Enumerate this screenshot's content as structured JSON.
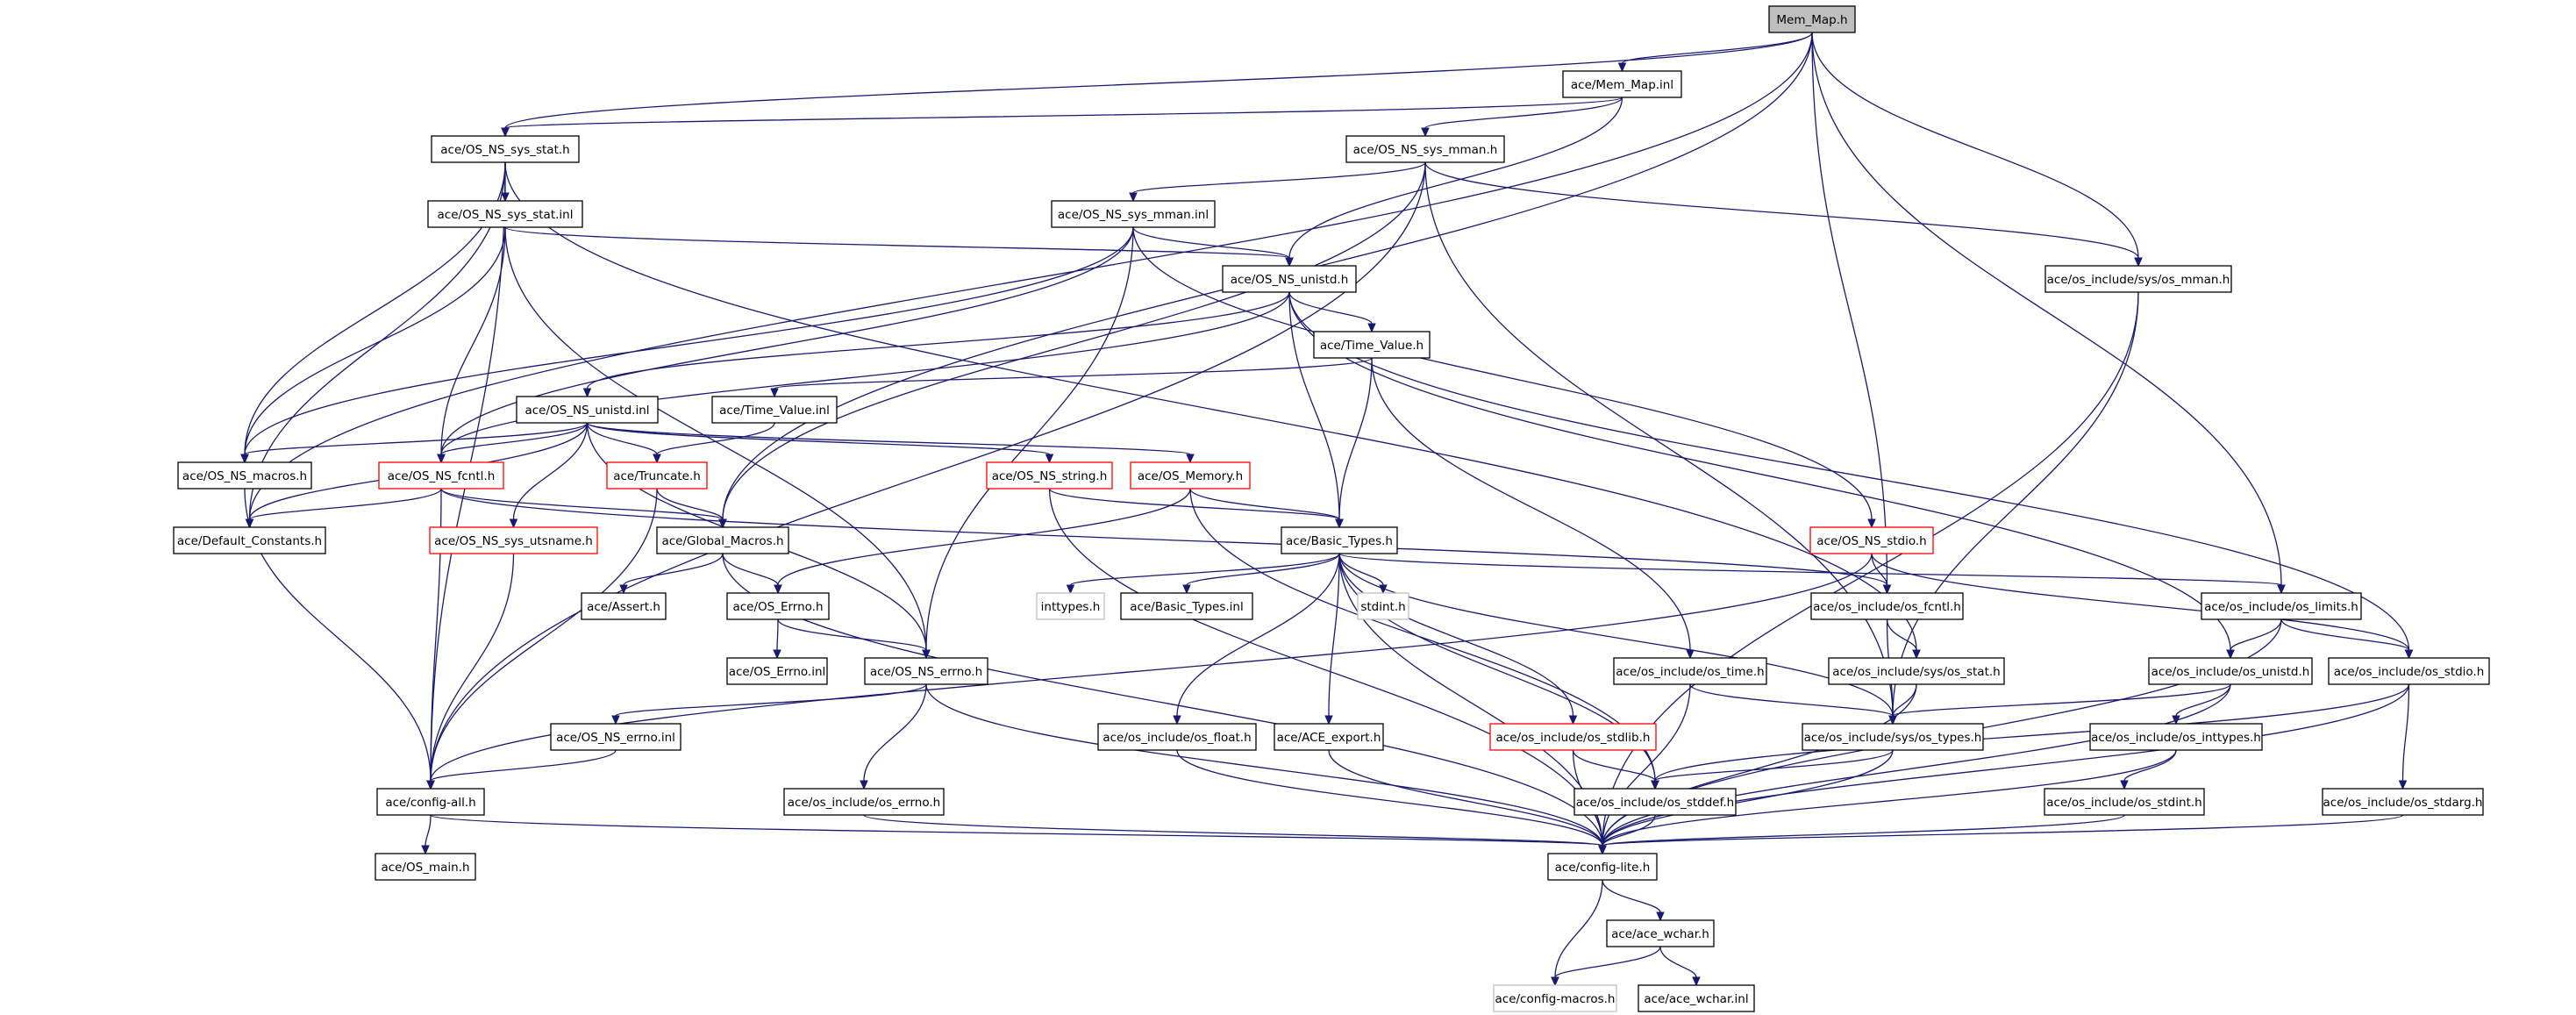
{
  "diagram": {
    "nodes": [
      {
        "id": "mem_map_h",
        "label": "Mem_Map.h",
        "style": "root"
      },
      {
        "id": "mem_map_inl",
        "label": "ace/Mem_Map.inl",
        "style": "normal"
      },
      {
        "id": "sys_stat_h",
        "label": "ace/OS_NS_sys_stat.h",
        "style": "normal"
      },
      {
        "id": "sys_mman_h",
        "label": "ace/OS_NS_sys_mman.h",
        "style": "normal"
      },
      {
        "id": "sys_stat_inl",
        "label": "ace/OS_NS_sys_stat.inl",
        "style": "normal"
      },
      {
        "id": "sys_mman_inl",
        "label": "ace/OS_NS_sys_mman.inl",
        "style": "normal"
      },
      {
        "id": "unistd_h",
        "label": "ace/OS_NS_unistd.h",
        "style": "normal"
      },
      {
        "id": "os_mman_h",
        "label": "ace/os_include/sys/os_mman.h",
        "style": "normal"
      },
      {
        "id": "time_value_h",
        "label": "ace/Time_Value.h",
        "style": "normal"
      },
      {
        "id": "unistd_inl",
        "label": "ace/OS_NS_unistd.inl",
        "style": "normal"
      },
      {
        "id": "time_value_inl",
        "label": "ace/Time_Value.inl",
        "style": "normal"
      },
      {
        "id": "ns_macros_h",
        "label": "ace/OS_NS_macros.h",
        "style": "normal"
      },
      {
        "id": "ns_fcntl_h",
        "label": "ace/OS_NS_fcntl.h",
        "style": "red"
      },
      {
        "id": "truncate_h",
        "label": "ace/Truncate.h",
        "style": "red"
      },
      {
        "id": "ns_string_h",
        "label": "ace/OS_NS_string.h",
        "style": "red"
      },
      {
        "id": "os_memory_h",
        "label": "ace/OS_Memory.h",
        "style": "red"
      },
      {
        "id": "default_const_h",
        "label": "ace/Default_Constants.h",
        "style": "normal"
      },
      {
        "id": "utsname_h",
        "label": "ace/OS_NS_sys_utsname.h",
        "style": "red"
      },
      {
        "id": "global_macros_h",
        "label": "ace/Global_Macros.h",
        "style": "normal"
      },
      {
        "id": "basic_types_h",
        "label": "ace/Basic_Types.h",
        "style": "normal"
      },
      {
        "id": "ns_stdio_h",
        "label": "ace/OS_NS_stdio.h",
        "style": "red"
      },
      {
        "id": "assert_h",
        "label": "ace/Assert.h",
        "style": "normal"
      },
      {
        "id": "os_errno_h",
        "label": "ace/OS_Errno.h",
        "style": "normal"
      },
      {
        "id": "inttypes_h",
        "label": "inttypes.h",
        "style": "gray"
      },
      {
        "id": "basic_types_inl",
        "label": "ace/Basic_Types.inl",
        "style": "normal"
      },
      {
        "id": "stdint_h",
        "label": "stdint.h",
        "style": "gray"
      },
      {
        "id": "inc_fcntl_h",
        "label": "ace/os_include/os_fcntl.h",
        "style": "normal"
      },
      {
        "id": "inc_limits_h",
        "label": "ace/os_include/os_limits.h",
        "style": "normal"
      },
      {
        "id": "os_errno_inl",
        "label": "ace/OS_Errno.inl",
        "style": "normal"
      },
      {
        "id": "ns_errno_h",
        "label": "ace/OS_NS_errno.h",
        "style": "normal"
      },
      {
        "id": "inc_time_h",
        "label": "ace/os_include/os_time.h",
        "style": "normal"
      },
      {
        "id": "inc_sys_stat_h",
        "label": "ace/os_include/sys/os_stat.h",
        "style": "normal"
      },
      {
        "id": "inc_unistd_h",
        "label": "ace/os_include/os_unistd.h",
        "style": "normal"
      },
      {
        "id": "inc_stdio_h",
        "label": "ace/os_include/os_stdio.h",
        "style": "normal"
      },
      {
        "id": "ns_errno_inl",
        "label": "ace/OS_NS_errno.inl",
        "style": "normal"
      },
      {
        "id": "inc_float_h",
        "label": "ace/os_include/os_float.h",
        "style": "normal"
      },
      {
        "id": "ace_export_h",
        "label": "ace/ACE_export.h",
        "style": "normal"
      },
      {
        "id": "inc_stdlib_h",
        "label": "ace/os_include/os_stdlib.h",
        "style": "red"
      },
      {
        "id": "inc_sys_types_h",
        "label": "ace/os_include/sys/os_types.h",
        "style": "normal"
      },
      {
        "id": "inc_inttypes_h",
        "label": "ace/os_include/os_inttypes.h",
        "style": "normal"
      },
      {
        "id": "config_all_h",
        "label": "ace/config-all.h",
        "style": "normal"
      },
      {
        "id": "inc_errno_h",
        "label": "ace/os_include/os_errno.h",
        "style": "normal"
      },
      {
        "id": "inc_stddef_h",
        "label": "ace/os_include/os_stddef.h",
        "style": "normal"
      },
      {
        "id": "inc_stdint_h",
        "label": "ace/os_include/os_stdint.h",
        "style": "normal"
      },
      {
        "id": "inc_stdarg_h",
        "label": "ace/os_include/os_stdarg.h",
        "style": "normal"
      },
      {
        "id": "os_main_h",
        "label": "ace/OS_main.h",
        "style": "normal"
      },
      {
        "id": "config_lite_h",
        "label": "ace/config-lite.h",
        "style": "normal"
      },
      {
        "id": "ace_wchar_h",
        "label": "ace/ace_wchar.h",
        "style": "normal"
      },
      {
        "id": "config_macros_h",
        "label": "ace/config-macros.h",
        "style": "gray"
      },
      {
        "id": "ace_wchar_inl",
        "label": "ace/ace_wchar.inl",
        "style": "normal"
      }
    ],
    "edges": [
      [
        "mem_map_h",
        "mem_map_inl"
      ],
      [
        "mem_map_h",
        "sys_stat_h"
      ],
      [
        "mem_map_h",
        "os_mman_h"
      ],
      [
        "mem_map_h",
        "default_const_h"
      ],
      [
        "mem_map_h",
        "global_macros_h"
      ],
      [
        "mem_map_h",
        "inc_fcntl_h"
      ],
      [
        "mem_map_h",
        "inc_limits_h"
      ],
      [
        "mem_map_inl",
        "sys_stat_h"
      ],
      [
        "mem_map_inl",
        "sys_mman_h"
      ],
      [
        "mem_map_inl",
        "unistd_h"
      ],
      [
        "sys_stat_h",
        "sys_stat_inl"
      ],
      [
        "sys_stat_h",
        "config_all_h"
      ],
      [
        "sys_stat_h",
        "default_const_h"
      ],
      [
        "sys_stat_h",
        "ns_macros_h"
      ],
      [
        "sys_stat_h",
        "inc_sys_stat_h"
      ],
      [
        "sys_mman_h",
        "sys_mman_inl"
      ],
      [
        "sys_mman_h",
        "config_all_h"
      ],
      [
        "sys_mman_h",
        "os_mman_h"
      ],
      [
        "sys_mman_h",
        "global_macros_h"
      ],
      [
        "sys_mman_h",
        "inc_sys_types_h"
      ],
      [
        "sys_stat_inl",
        "unistd_h"
      ],
      [
        "sys_stat_inl",
        "ns_fcntl_h"
      ],
      [
        "sys_stat_inl",
        "ns_macros_h"
      ],
      [
        "sys_stat_inl",
        "ns_errno_h"
      ],
      [
        "sys_mman_inl",
        "unistd_h"
      ],
      [
        "sys_mman_inl",
        "ns_fcntl_h"
      ],
      [
        "sys_mman_inl",
        "ns_macros_h"
      ],
      [
        "sys_mman_inl",
        "ns_errno_h"
      ],
      [
        "sys_mman_inl",
        "ns_stdio_h"
      ],
      [
        "unistd_h",
        "unistd_inl"
      ],
      [
        "unistd_h",
        "time_value_h"
      ],
      [
        "unistd_h",
        "basic_types_h"
      ],
      [
        "unistd_h",
        "inc_unistd_h"
      ],
      [
        "unistd_h",
        "inc_stdio_h"
      ],
      [
        "unistd_h",
        "ns_fcntl_h"
      ],
      [
        "os_mman_h",
        "inc_sys_types_h"
      ],
      [
        "os_mman_h",
        "config_lite_h"
      ],
      [
        "time_value_h",
        "time_value_inl"
      ],
      [
        "time_value_h",
        "basic_types_h"
      ],
      [
        "time_value_h",
        "inc_time_h"
      ],
      [
        "time_value_inl",
        "truncate_h"
      ],
      [
        "unistd_inl",
        "ns_fcntl_h"
      ],
      [
        "unistd_inl",
        "truncate_h"
      ],
      [
        "unistd_inl",
        "ns_string_h"
      ],
      [
        "unistd_inl",
        "os_memory_h"
      ],
      [
        "unistd_inl",
        "utsname_h"
      ],
      [
        "unistd_inl",
        "ns_macros_h"
      ],
      [
        "unistd_inl",
        "default_const_h"
      ],
      [
        "unistd_inl",
        "ns_errno_h"
      ],
      [
        "ns_macros_h",
        "config_all_h"
      ],
      [
        "ns_fcntl_h",
        "default_const_h"
      ],
      [
        "ns_fcntl_h",
        "global_macros_h"
      ],
      [
        "ns_fcntl_h",
        "config_all_h"
      ],
      [
        "ns_fcntl_h",
        "inc_fcntl_h"
      ],
      [
        "truncate_h",
        "global_macros_h"
      ],
      [
        "truncate_h",
        "config_all_h"
      ],
      [
        "ns_string_h",
        "basic_types_h"
      ],
      [
        "ns_string_h",
        "config_lite_h"
      ],
      [
        "os_memory_h",
        "basic_types_h"
      ],
      [
        "os_memory_h",
        "os_errno_h"
      ],
      [
        "os_memory_h",
        "inc_stddef_h"
      ],
      [
        "utsname_h",
        "config_all_h"
      ],
      [
        "global_macros_h",
        "assert_h"
      ],
      [
        "global_macros_h",
        "os_errno_h"
      ],
      [
        "global_macros_h",
        "config_lite_h"
      ],
      [
        "basic_types_h",
        "inttypes_h"
      ],
      [
        "basic_types_h",
        "basic_types_inl"
      ],
      [
        "basic_types_h",
        "stdint_h"
      ],
      [
        "basic_types_h",
        "inc_float_h"
      ],
      [
        "basic_types_h",
        "ace_export_h"
      ],
      [
        "basic_types_h",
        "inc_stdlib_h"
      ],
      [
        "basic_types_h",
        "inc_stddef_h"
      ],
      [
        "basic_types_h",
        "inc_sys_types_h"
      ],
      [
        "basic_types_h",
        "inc_limits_h"
      ],
      [
        "basic_types_h",
        "config_lite_h"
      ],
      [
        "ns_stdio_h",
        "inc_fcntl_h"
      ],
      [
        "ns_stdio_h",
        "config_all_h"
      ],
      [
        "ns_stdio_h",
        "inc_stdio_h"
      ],
      [
        "os_errno_h",
        "os_errno_inl"
      ],
      [
        "os_errno_h",
        "ns_errno_h"
      ],
      [
        "inc_fcntl_h",
        "inc_sys_stat_h"
      ],
      [
        "inc_fcntl_h",
        "inc_sys_types_h"
      ],
      [
        "inc_limits_h",
        "inc_unistd_h"
      ],
      [
        "inc_limits_h",
        "inc_stdio_h"
      ],
      [
        "inc_limits_h",
        "config_lite_h"
      ],
      [
        "ns_errno_h",
        "ns_errno_inl"
      ],
      [
        "ns_errno_h",
        "inc_errno_h"
      ],
      [
        "ns_errno_h",
        "config_lite_h"
      ],
      [
        "inc_time_h",
        "inc_sys_types_h"
      ],
      [
        "inc_time_h",
        "config_lite_h"
      ],
      [
        "inc_sys_stat_h",
        "inc_sys_types_h"
      ],
      [
        "inc_sys_stat_h",
        "config_lite_h"
      ],
      [
        "inc_unistd_h",
        "inc_sys_types_h"
      ],
      [
        "inc_unistd_h",
        "inc_inttypes_h"
      ],
      [
        "inc_unistd_h",
        "config_lite_h"
      ],
      [
        "inc_stdio_h",
        "inc_stdarg_h"
      ],
      [
        "inc_stdio_h",
        "inc_stddef_h"
      ],
      [
        "inc_stdio_h",
        "config_lite_h"
      ],
      [
        "ns_errno_inl",
        "config_all_h"
      ],
      [
        "inc_float_h",
        "config_lite_h"
      ],
      [
        "ace_export_h",
        "config_lite_h"
      ],
      [
        "inc_stdlib_h",
        "inc_stddef_h"
      ],
      [
        "inc_stdlib_h",
        "config_lite_h"
      ],
      [
        "inc_sys_types_h",
        "inc_stddef_h"
      ],
      [
        "inc_sys_types_h",
        "config_lite_h"
      ],
      [
        "inc_inttypes_h",
        "inc_stdint_h"
      ],
      [
        "inc_inttypes_h",
        "config_lite_h"
      ],
      [
        "config_all_h",
        "os_main_h"
      ],
      [
        "config_all_h",
        "config_lite_h"
      ],
      [
        "inc_errno_h",
        "config_lite_h"
      ],
      [
        "inc_stddef_h",
        "config_lite_h"
      ],
      [
        "inc_stdint_h",
        "config_lite_h"
      ],
      [
        "inc_stdarg_h",
        "config_lite_h"
      ],
      [
        "config_lite_h",
        "ace_wchar_h"
      ],
      [
        "config_lite_h",
        "config_macros_h"
      ],
      [
        "ace_wchar_h",
        "config_macros_h"
      ],
      [
        "ace_wchar_h",
        "ace_wchar_inl"
      ]
    ]
  }
}
